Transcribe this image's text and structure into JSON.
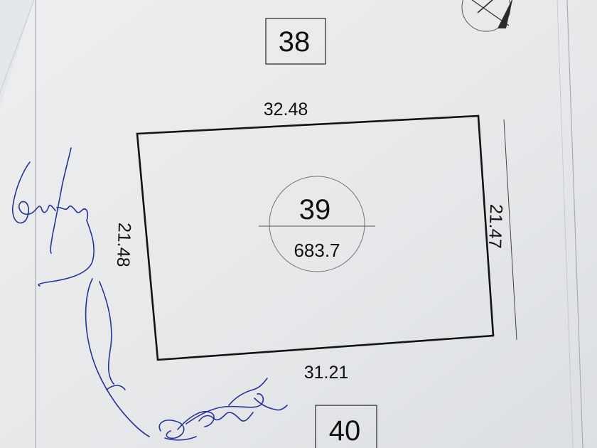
{
  "plan": {
    "neighbor_top": "38",
    "neighbor_bottom": "40",
    "lot_number": "39",
    "lot_area": "683.7",
    "side_top": "32.48",
    "side_bottom": "31.21",
    "side_left": "21.48",
    "side_right": "21.47"
  },
  "colors": {
    "paper": "#e9ebec",
    "ink": "#1a1a1a",
    "signature": "#27349a"
  }
}
